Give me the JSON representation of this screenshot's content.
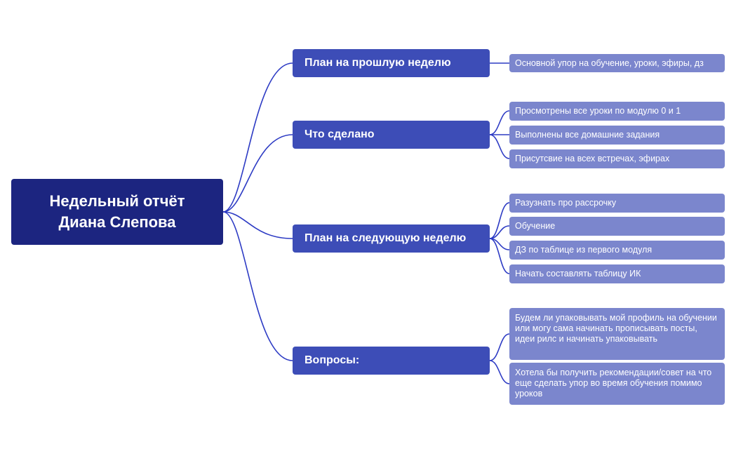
{
  "root": {
    "line1": "Недельный отчёт",
    "line2": "Диана Слепова"
  },
  "colors": {
    "root": "#1c2580",
    "branch": "#3d4db7",
    "leaf": "#7b86cd",
    "connector": "#2d3bc4"
  },
  "branches": [
    {
      "label": "План на прошлую неделю",
      "items": [
        "Основной упор на обучение, уроки, эфиры, дз"
      ]
    },
    {
      "label": "Что сделано",
      "items": [
        "Просмотрены все уроки по модулю 0 и 1",
        "Выполнены все домашние задания",
        "Присутсвие на всех встречах, эфирах"
      ]
    },
    {
      "label": "План на следующую неделю",
      "items": [
        "Разузнать про рассрочку",
        "Обучение",
        "ДЗ по таблице из первого модуля",
        "Начать составлять таблицу ИК"
      ]
    },
    {
      "label": "Вопросы:",
      "items": [
        "Будем ли упаковывать мой профиль на обучении или могу сама начинать прописывать посты, идеи рилс и начинать упаковывать",
        "Хотела бы получить рекомендации/совет на что еще сделать упор во время обучения помимо уроков"
      ]
    }
  ]
}
